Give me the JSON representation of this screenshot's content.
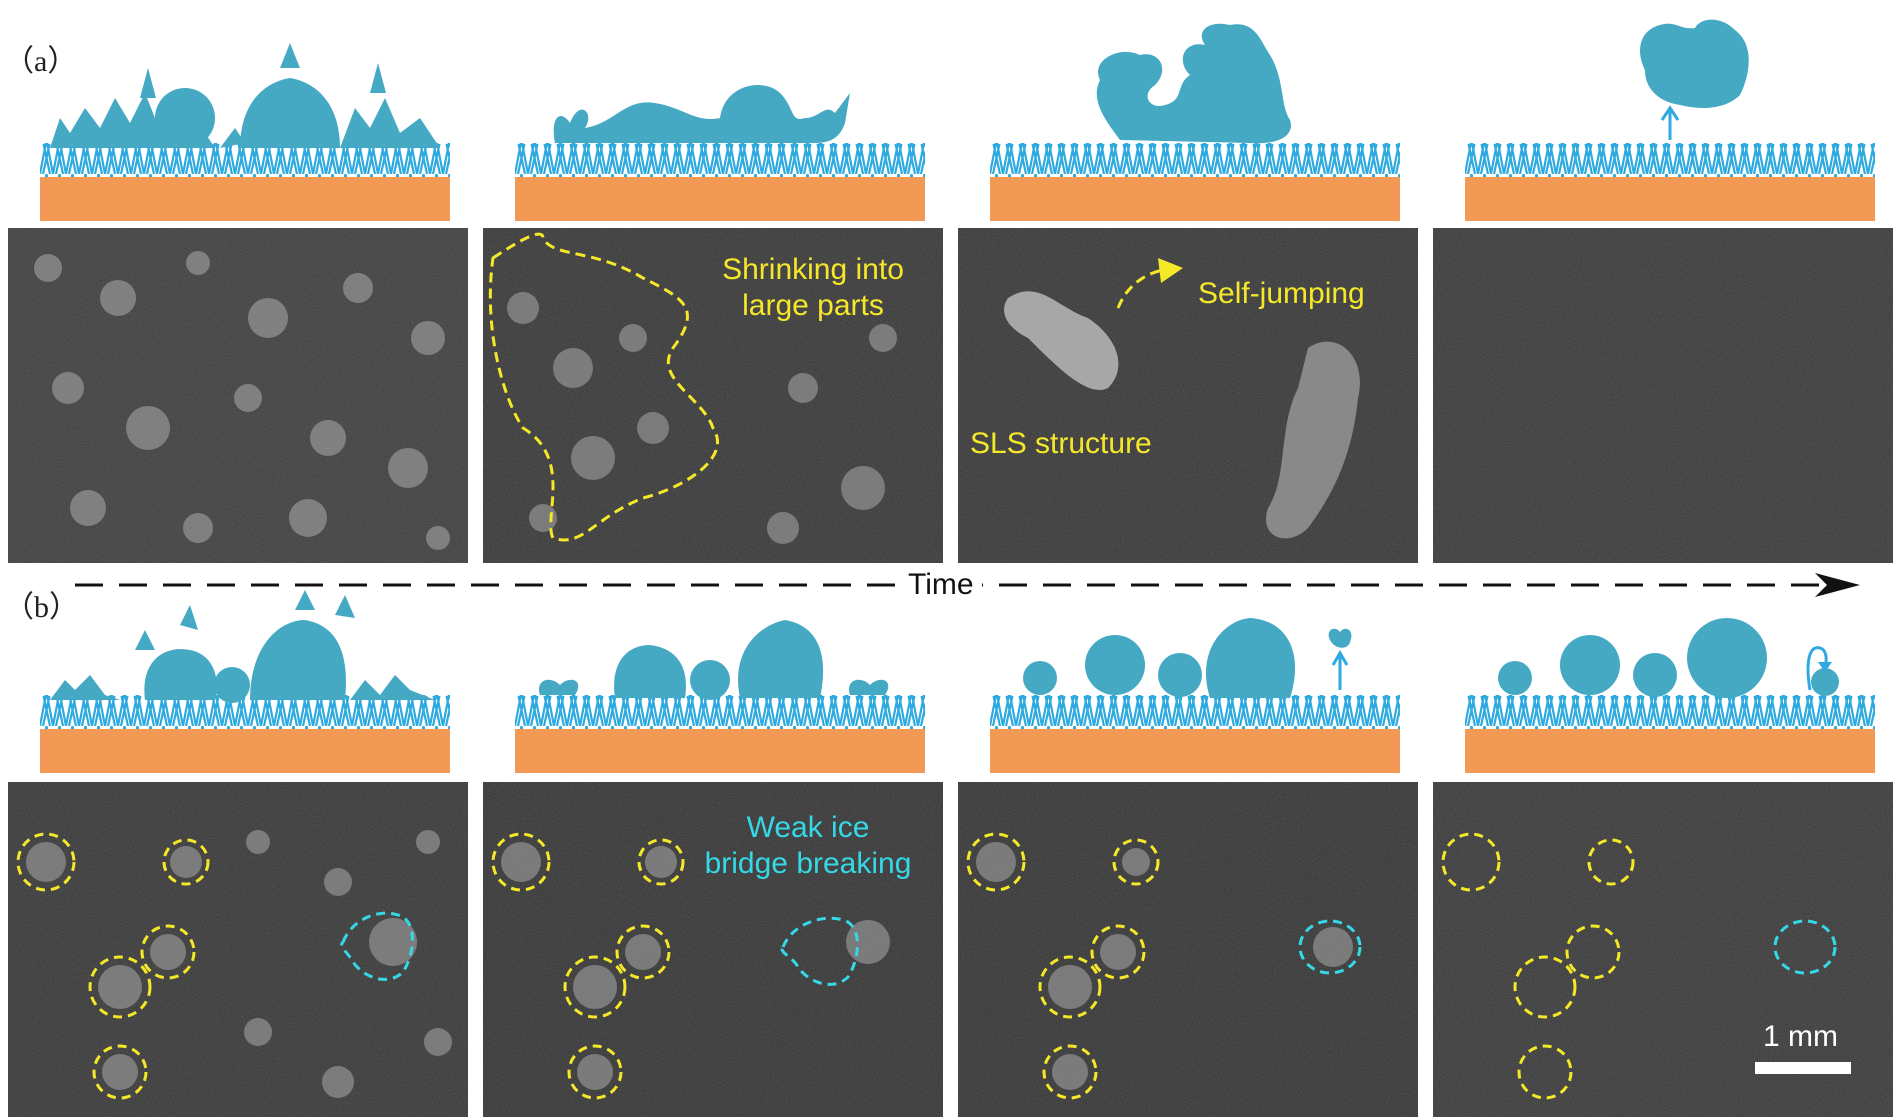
{
  "panels": {
    "a": {
      "label": "（a）",
      "annotations": {
        "shrinking": "Shrinking into large parts",
        "shrinking_line1": "Shrinking into",
        "shrinking_line2": "large parts",
        "self_jumping": "Self-jumping",
        "sls": "SLS structure"
      }
    },
    "b": {
      "label": "（b）",
      "annotations": {
        "weak_line1": "Weak ice",
        "weak_line2": "bridge breaking"
      }
    }
  },
  "time_axis": {
    "label": "Time"
  },
  "scale_bar": {
    "label": "1 mm"
  },
  "colors": {
    "substrate": "#f29a55",
    "nanostructure": "#2eaae0",
    "droplet": "#45a9c4",
    "photo_bg": "#2f2f2f",
    "yellow_annotation": "#f5e829",
    "cyan_annotation": "#35d8e6"
  }
}
